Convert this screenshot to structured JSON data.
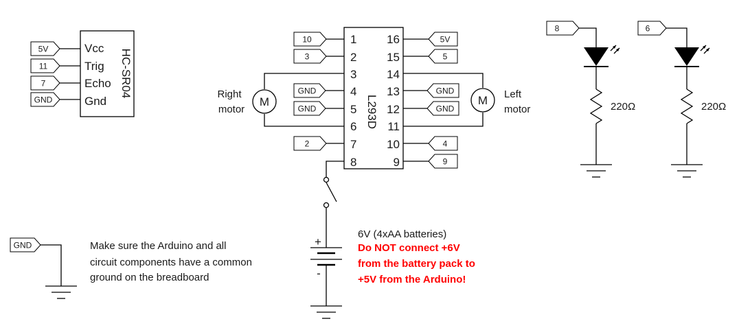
{
  "sensor": {
    "name": "HC-SR04",
    "pins": [
      "Vcc",
      "Trig",
      "Echo",
      "Gnd"
    ],
    "connections": [
      "5V",
      "11",
      "7",
      "GND"
    ]
  },
  "driver": {
    "name": "L293D",
    "left_pins": [
      "1",
      "2",
      "3",
      "4",
      "5",
      "6",
      "7",
      "8"
    ],
    "right_pins": [
      "16",
      "15",
      "14",
      "13",
      "12",
      "11",
      "10",
      "9"
    ],
    "left_flags": {
      "p1": "10",
      "p2": "3",
      "p4": "GND",
      "p5": "GND",
      "p7": "2"
    },
    "right_flags": {
      "p16": "5V",
      "p15": "5",
      "p13": "GND",
      "p12": "GND",
      "p10": "4",
      "p9": "9"
    }
  },
  "motors": {
    "symbol": "M",
    "right": [
      "Right",
      "motor"
    ],
    "left": [
      "Left",
      "motor"
    ]
  },
  "leds": [
    {
      "pin": "8",
      "resistor": "220Ω"
    },
    {
      "pin": "6",
      "resistor": "220Ω"
    }
  ],
  "battery": {
    "plus": "+",
    "minus": "-",
    "label": "6V (4xAA batteries)",
    "warning": [
      "Do NOT connect +6V",
      "from the battery pack to",
      "+5V from the Arduino!"
    ]
  },
  "ground_note": {
    "flag": "GND",
    "lines": [
      "Make sure the Arduino and all",
      "circuit components have a common",
      "ground on the breadboard"
    ]
  }
}
